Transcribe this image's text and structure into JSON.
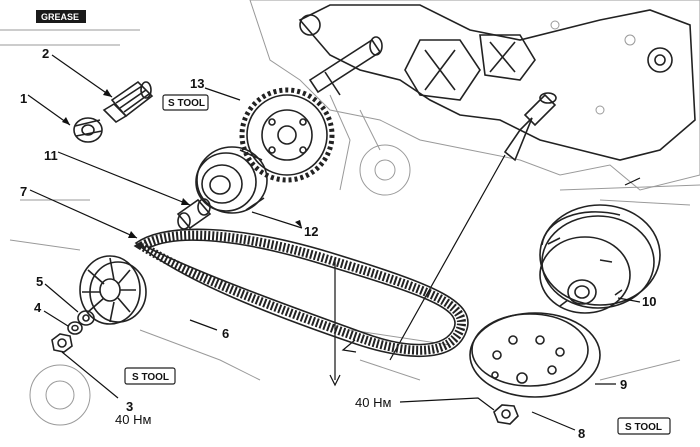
{
  "badges": {
    "grease": "GREASE",
    "special_tool": "S TOOL"
  },
  "callouts": {
    "c1": "1",
    "c2": "2",
    "c3": "3",
    "c4": "4",
    "c5": "5",
    "c6": "6",
    "c7": "7",
    "c8": "8",
    "c9": "9",
    "c10": "10",
    "c11": "11",
    "c12": "12",
    "c13": "13"
  },
  "torque": {
    "drive_nut": "40 Нм",
    "driven_nut": "40 Нм"
  },
  "colors": {
    "ink": "#222222",
    "background": "#ffffff",
    "badge_fill": "#1a1a1a"
  }
}
